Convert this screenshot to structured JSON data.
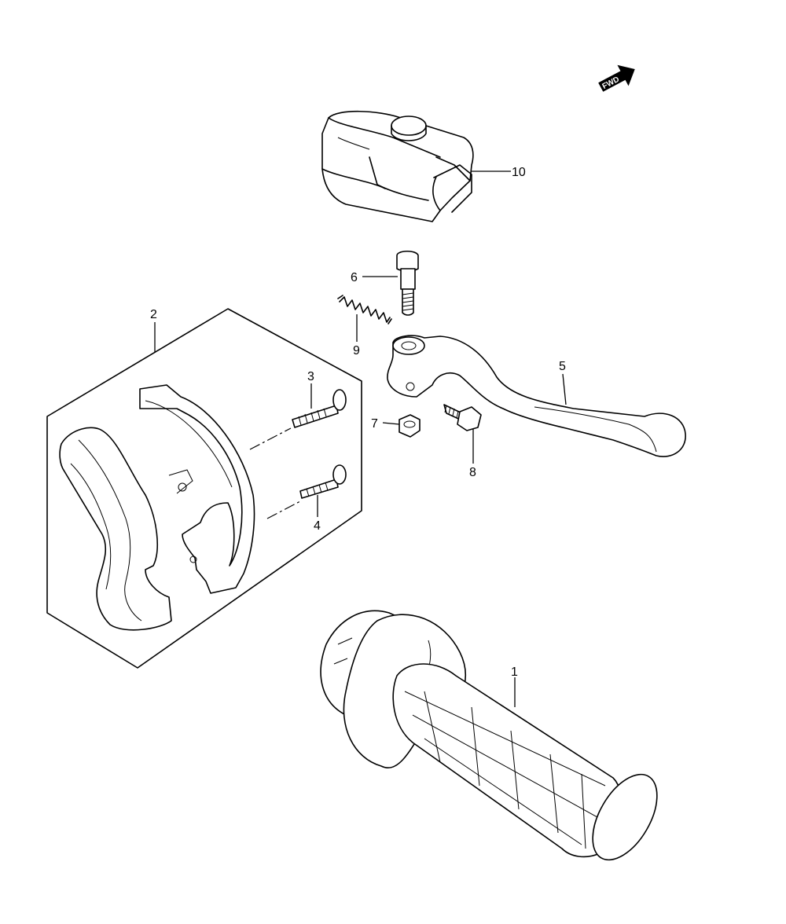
{
  "fwd_indicator": {
    "text": "FWD"
  },
  "callouts": [
    {
      "id": "1",
      "label": "1"
    },
    {
      "id": "2",
      "label": "2"
    },
    {
      "id": "3",
      "label": "3"
    },
    {
      "id": "4",
      "label": "4"
    },
    {
      "id": "5",
      "label": "5"
    },
    {
      "id": "6",
      "label": "6"
    },
    {
      "id": "7",
      "label": "7"
    },
    {
      "id": "8",
      "label": "8"
    },
    {
      "id": "9",
      "label": "9"
    },
    {
      "id": "10",
      "label": "10"
    }
  ]
}
